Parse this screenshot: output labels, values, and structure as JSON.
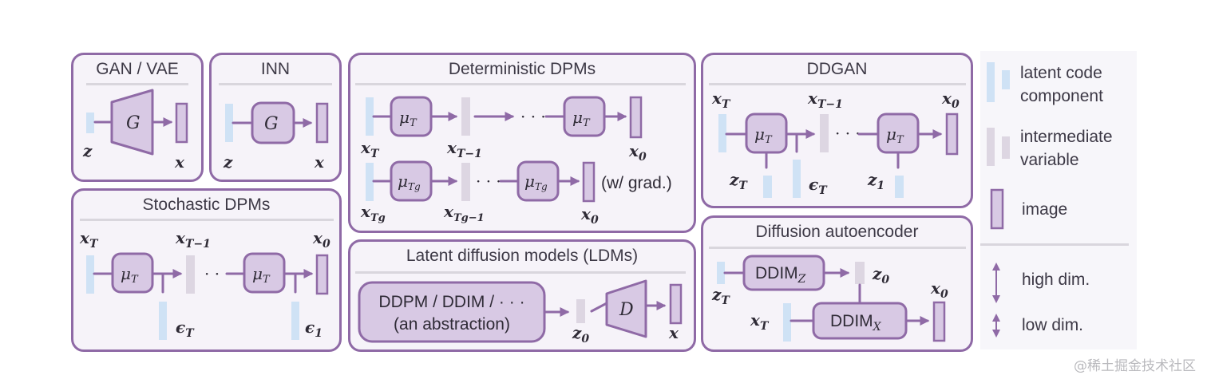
{
  "panels": {
    "gan_vae": {
      "title": "GAN / VAE",
      "G": "G",
      "z": "z",
      "x": "x"
    },
    "inn": {
      "title": "INN",
      "G": "G",
      "z": "z",
      "x": "x"
    },
    "stochastic": {
      "title": "Stochastic DPMs",
      "mu": "μ",
      "mu_sub": "T",
      "xT": "x",
      "xT_sub": "T",
      "xT1": "x",
      "xT1_sub": "T−1",
      "x0": "x",
      "x0_sub": "0",
      "dots": "· · ·",
      "epsT": "ϵ",
      "epsT_sub": "T",
      "eps1": "ϵ",
      "eps1_sub": "1"
    },
    "deterministic": {
      "title": "Deterministic DPMs",
      "mu": "μ",
      "mu_sub": "T",
      "mug_sub": "Tg",
      "xT": "x",
      "xT_sub": "T",
      "xT1": "x",
      "xT1_sub": "T−1",
      "x0": "x",
      "x0_sub": "0",
      "xTg_sub": "Tg",
      "xTg1_sub": "Tg−1",
      "dots": "· · ·",
      "grad_note": "(w/ grad.)"
    },
    "ldm": {
      "title": "Latent diffusion models (LDMs)",
      "box_line1": "DDPM / DDIM / · · ·",
      "box_line2": "(an abstraction)",
      "D": "D",
      "z0": "z",
      "z0_sub": "0",
      "x": "x"
    },
    "ddgan": {
      "title": "DDGAN",
      "mu": "μ",
      "mu_sub": "T",
      "xT": "x",
      "xT_sub": "T",
      "xT1": "x",
      "xT1_sub": "T−1",
      "x0": "x",
      "x0_sub": "0",
      "dots": "· · ·",
      "zT": "z",
      "zT_sub": "T",
      "epsT": "ϵ",
      "epsT_sub": "T",
      "z1": "z",
      "z1_sub": "1"
    },
    "diffae": {
      "title": "Diffusion autoencoder",
      "ddim": "DDIM",
      "ddim_z_sub": "Z",
      "ddim_x_sub": "X",
      "zT": "z",
      "zT_sub": "T",
      "z0": "z",
      "z0_sub": "0",
      "x0": "x",
      "x0_sub": "0",
      "xT": "x",
      "xT_sub": "T"
    }
  },
  "legend": {
    "latent": "latent code component",
    "latent_l1": "latent code",
    "latent_l2": "component",
    "intermediate_l1": "intermediate",
    "intermediate_l2": "variable",
    "image": "image",
    "high": "high dim.",
    "low": "low dim."
  },
  "watermark": "@稀土掘金技术社区",
  "colors": {
    "border": "#8f6aa6",
    "fill": "#d8c9e4",
    "latent": "#cfe2f5",
    "intermediate": "#ddd6e2",
    "panel": "#f6f3f9"
  }
}
